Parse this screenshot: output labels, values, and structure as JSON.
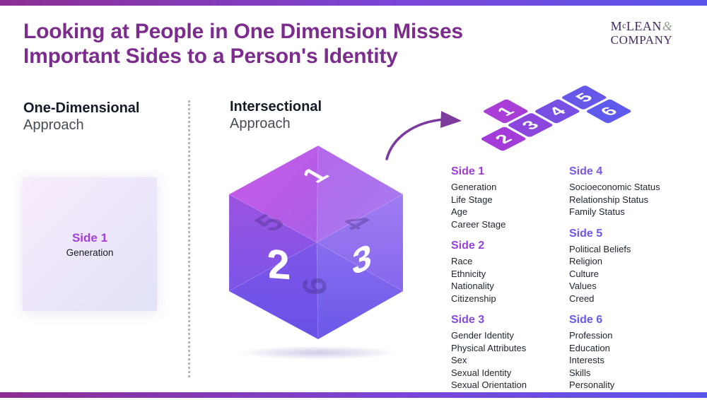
{
  "title": {
    "line1": "Looking at People in One Dimension Misses",
    "line2": "Important Sides to a Person's Identity"
  },
  "logo": {
    "m": "M",
    "c": "c",
    "lean": "LEAN",
    "amp": "&",
    "company": "COMPANY"
  },
  "one_dimensional": {
    "heading_bold": "One-Dimensional",
    "heading_light": "Approach",
    "card": {
      "side_label": "Side 1",
      "item": "Generation"
    }
  },
  "intersectional": {
    "heading_bold": "Intersectional",
    "heading_light": "Approach",
    "cube_numbers": {
      "n1": "1",
      "n2": "2",
      "n3": "3",
      "g4": "4",
      "g5": "5",
      "g6": "6"
    }
  },
  "net": {
    "tiles": [
      {
        "label": "1",
        "color": "#a93ed6"
      },
      {
        "label": "2",
        "color": "#a23bd8"
      },
      {
        "label": "3",
        "color": "#8b46de"
      },
      {
        "label": "4",
        "color": "#7750e3"
      },
      {
        "label": "5",
        "color": "#6757e8"
      },
      {
        "label": "6",
        "color": "#5e5bec"
      }
    ]
  },
  "sides": [
    {
      "label": "Side 1",
      "color": "#a23bd8",
      "items": [
        "Generation",
        "Life Stage",
        "Age",
        "Career Stage"
      ]
    },
    {
      "label": "Side 2",
      "color": "#9840dc",
      "items": [
        "Race",
        "Ethnicity",
        "Nationality",
        "Citizenship"
      ]
    },
    {
      "label": "Side 3",
      "color": "#8747e0",
      "items": [
        "Gender Identity",
        "Physical Attributes",
        "Sex",
        "Sexual Identity",
        "Sexual Orientation"
      ]
    },
    {
      "label": "Side 4",
      "color": "#7a57e5",
      "items": [
        "Socioeconomic Status",
        "Relationship Status",
        "Family Status"
      ]
    },
    {
      "label": "Side 5",
      "color": "#7154e6",
      "items": [
        "Political Beliefs",
        "Religion",
        "Culture",
        "Values",
        "Creed"
      ]
    },
    {
      "label": "Side 6",
      "color": "#665ae8",
      "items": [
        "Profession",
        "Education",
        "Interests",
        "Skills",
        "Personality"
      ]
    }
  ],
  "colors": {
    "title_purple": "#7b2c8d",
    "arrow_purple": "#7c3a9d",
    "bar_gradient_start": "#8c2e93",
    "bar_gradient_end": "#5a55e9"
  }
}
